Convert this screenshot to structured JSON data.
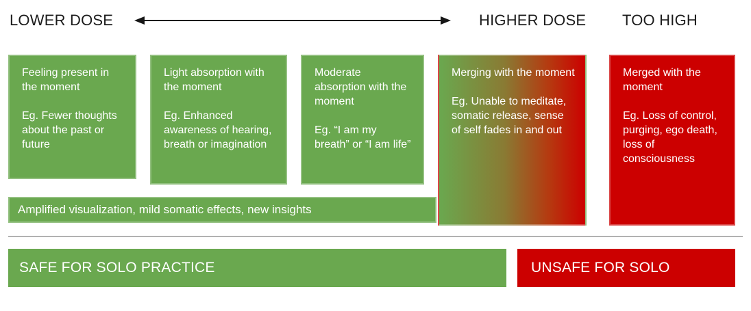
{
  "header": {
    "lower": "LOWER DOSE",
    "higher": "HIGHER DOSE",
    "too_high": "TOO HIGH"
  },
  "dose_boxes": [
    {
      "title": "Feeling present in the moment",
      "example": "Eg. Fewer thoughts about the past or future",
      "fill": "green"
    },
    {
      "title": "Light absorption with the moment",
      "example": "Eg. Enhanced awareness of hearing, breath or imagination",
      "fill": "green"
    },
    {
      "title": "Moderate absorption with the moment",
      "example": "Eg. “I am my breath” or “I am life”",
      "fill": "green"
    },
    {
      "title": "Merging with the moment",
      "example": "Eg. Unable to meditate, somatic release, sense of self fades in and out",
      "fill": "green-to-red-gradient"
    },
    {
      "title": "Merged with the moment",
      "example": "Eg. Loss of control, purging, ego death, loss of consciousness",
      "fill": "red"
    }
  ],
  "effects_bar": {
    "label": "Amplified visualization, mild somatic effects, new insights"
  },
  "safety": {
    "safe_label": "SAFE FOR SOLO PRACTICE",
    "unsafe_label": "UNSAFE FOR SOLO"
  },
  "colors": {
    "green": "#6aa84f",
    "red": "#cc0000",
    "divider_gray": "#b2b2b2",
    "header_text": "#1c1c1c",
    "box_text": "#ffffff"
  }
}
